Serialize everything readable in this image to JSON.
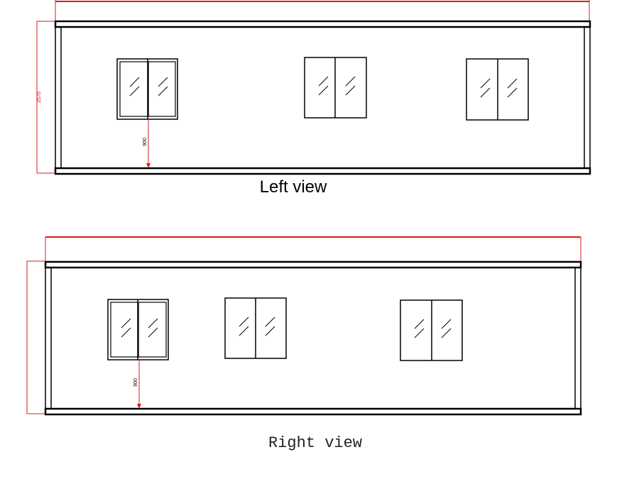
{
  "views": {
    "left": {
      "caption": "Left view",
      "height_label": "2570",
      "sill_label": "900"
    },
    "right": {
      "caption": "Right view",
      "sill_label": "900"
    }
  },
  "colors": {
    "dimension_line": "#d61e1e",
    "outline": "#000000"
  }
}
